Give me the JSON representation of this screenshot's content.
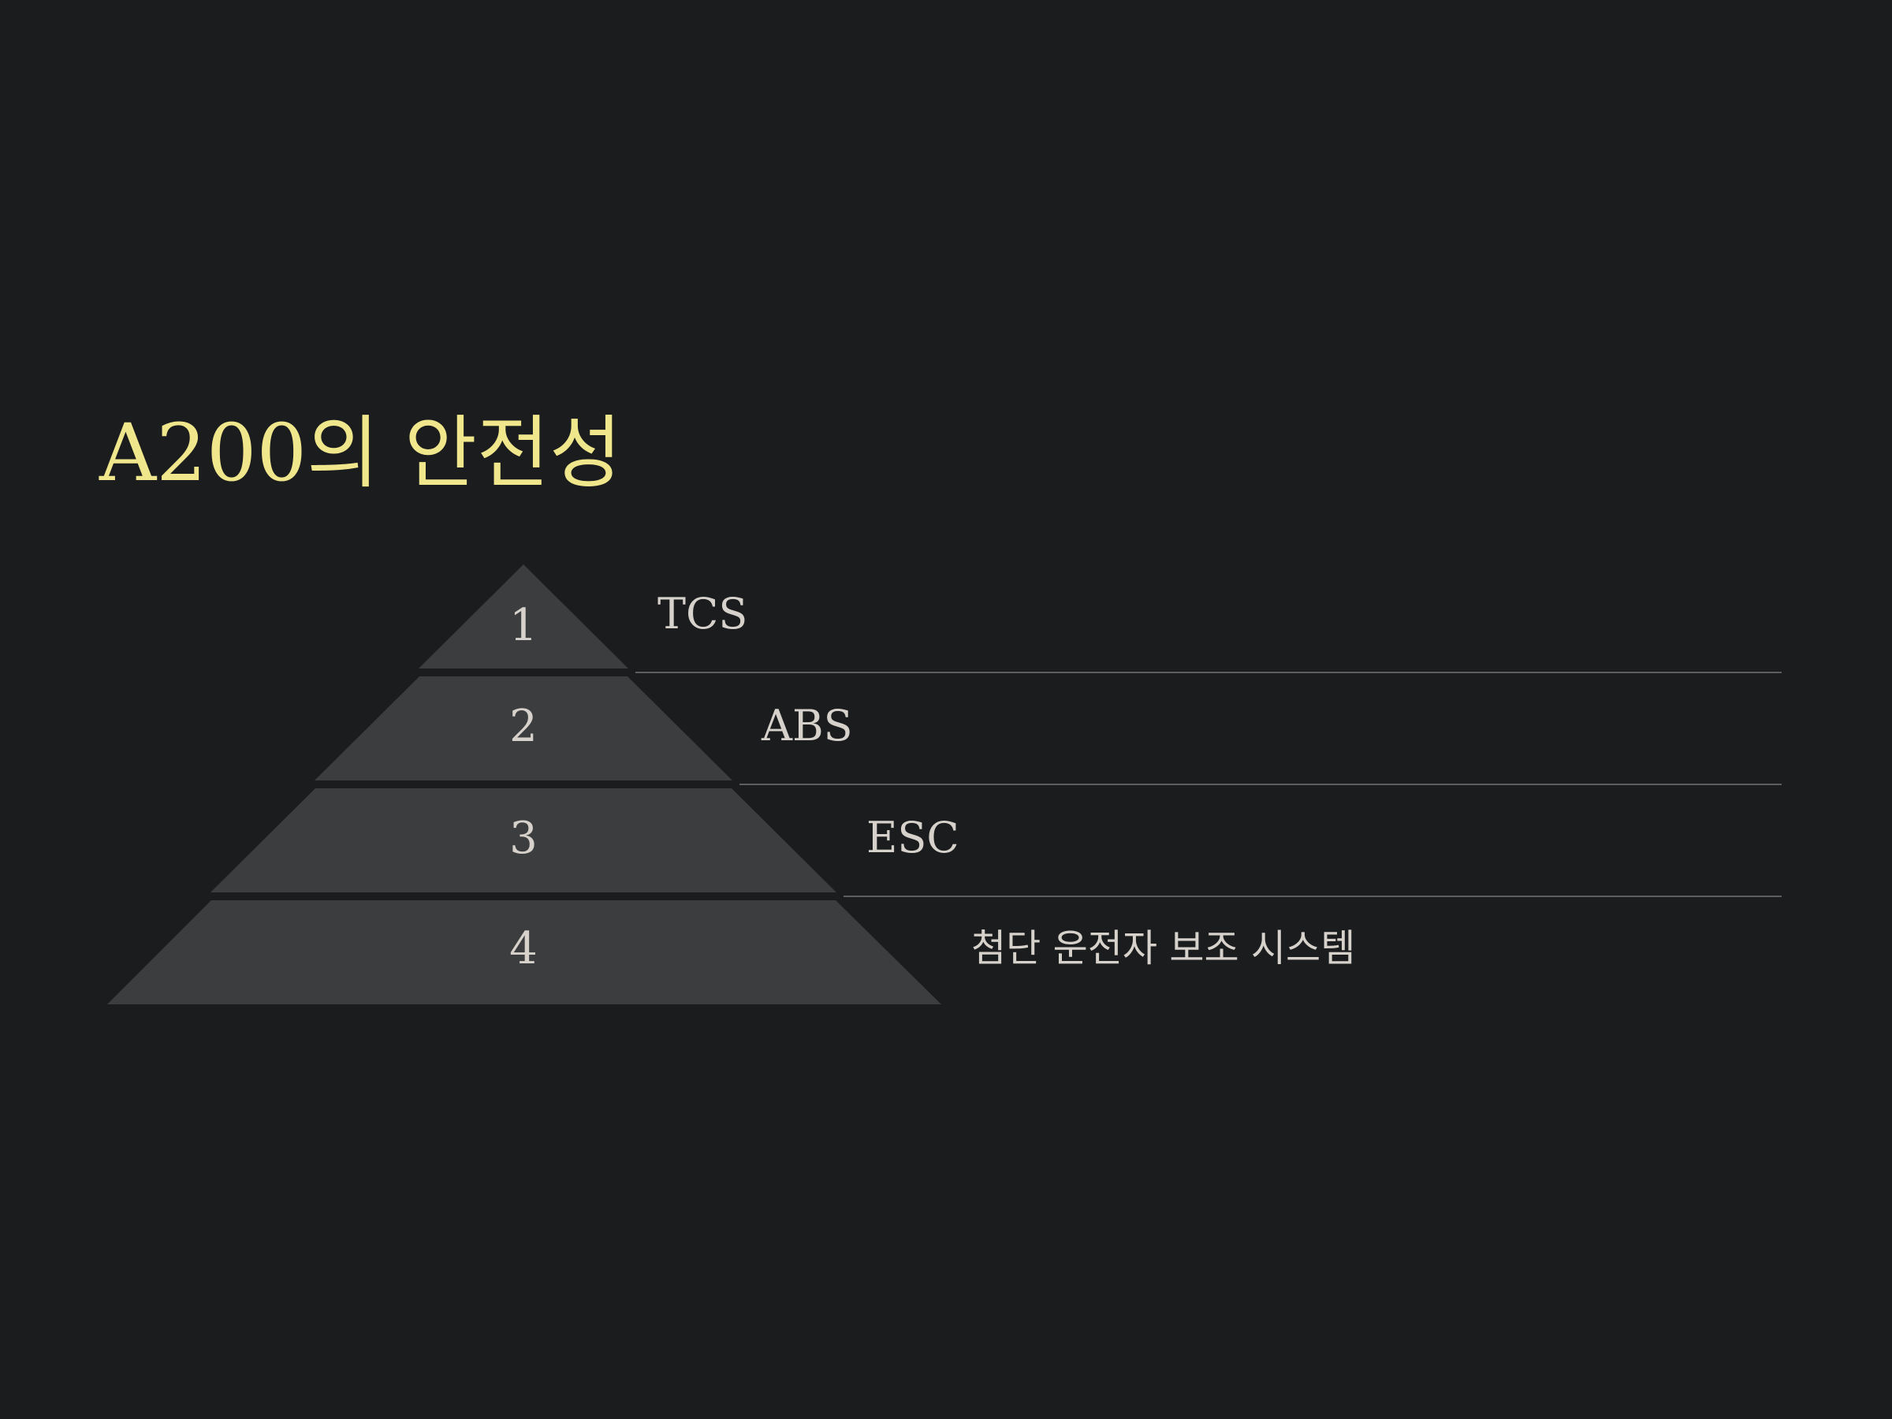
{
  "slide": {
    "title": "A200의 안전성"
  },
  "pyramid": {
    "tiers": [
      {
        "number": "1",
        "label": "TCS"
      },
      {
        "number": "2",
        "label": "ABS"
      },
      {
        "number": "3",
        "label": "ESC"
      },
      {
        "number": "4",
        "label": "첨단 운전자 보조 시스템"
      }
    ]
  },
  "colors": {
    "background": "#1b1c1e",
    "title": "#f0e68c",
    "tier_fill": "#3c3d3f",
    "text": "#d6d2cb",
    "divider": "#5d5e61"
  }
}
